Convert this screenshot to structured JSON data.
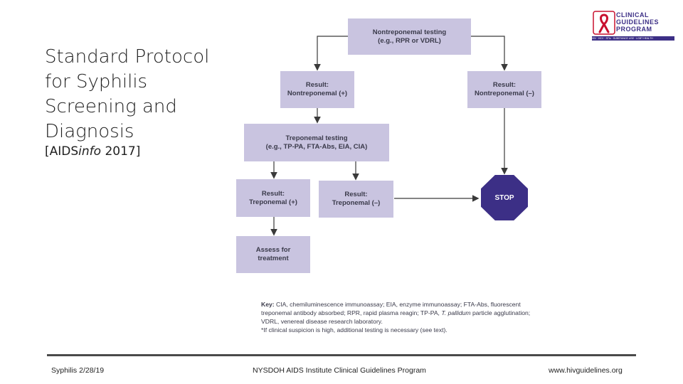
{
  "slide": {
    "title": "Standard Protocol for Syphilis Screening and Diagnosis",
    "subtitle_prefix": "[AIDS",
    "subtitle_italic": "info",
    "subtitle_suffix": " 2017]"
  },
  "flowchart": {
    "nontreponemal_testing": {
      "line1": "Nontreponemal testing",
      "line2": "(e.g., RPR or VDRL)"
    },
    "result_nontrep_pos": {
      "line1": "Result:",
      "line2": "Nontreponemal (+)"
    },
    "result_nontrep_neg": {
      "line1": "Result:",
      "line2": "Nontreponemal (–)"
    },
    "treponemal_testing": {
      "line1": "Treponemal testing",
      "line2": "(e.g., TP-PA, FTA-Abs, EIA, CIA)"
    },
    "result_trep_pos": {
      "line1": "Result:",
      "line2": "Treponemal (+)"
    },
    "result_trep_neg": {
      "line1": "Result:",
      "line2": "Treponemal (–)"
    },
    "assess": {
      "line1": "Assess for",
      "line2": "treatment"
    },
    "stop": "STOP"
  },
  "key": {
    "label": "Key:",
    "line1": " CIA, chemiluminescence immunoassay; EIA, enzyme immunoassay; FTA-Abs, fluorescent",
    "line2_prefix": "treponemal antibody absorbed; RPR, rapid plasma reagin; TP-PA, ",
    "line2_italic": "T. pallidum",
    "line2_suffix": " particle agglutination;",
    "line3": "VDRL, venereal disease research laboratory.",
    "line4": "*If clinical suspicion is high, additional testing is necessary (see text)."
  },
  "logo": {
    "line1": "CLINICAL",
    "line2": "GUIDELINES",
    "line3": "PROGRAM",
    "bar": "HIV · HCV · STIs · SUBSTANCE USE · LGBT HEALTH"
  },
  "footer": {
    "left": "Syphilis 2/28/19",
    "center": "NYSDOH AIDS Institute Clinical Guidelines Program",
    "right": "www.hivguidelines.org"
  },
  "colors": {
    "box_fill": "#c9c4e0",
    "stop_fill": "#3c2f86",
    "logo_red": "#c8102e"
  }
}
